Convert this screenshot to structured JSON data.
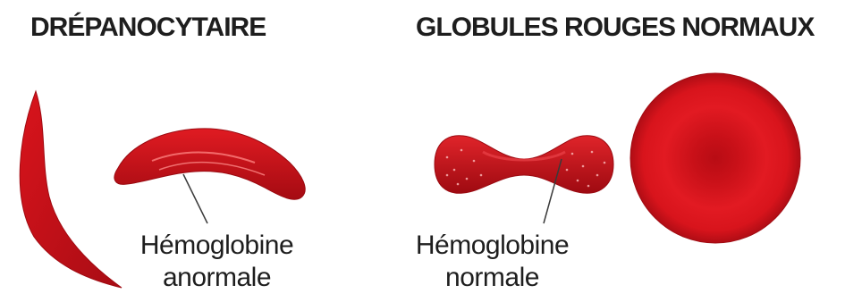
{
  "headings": {
    "left": "DRÉPANOCYTAIRE",
    "right": "GLOBULES ROUGES NORMAUX"
  },
  "labels": {
    "abnormal": {
      "line1": "Hémoglobine",
      "line2": "anormale"
    },
    "normal": {
      "line1": "Hémoglobine",
      "line2": "normale"
    }
  },
  "colors": {
    "cell_red": "#c8101a",
    "cell_dark": "#8e0a10",
    "cell_highlight": "#e8353a",
    "text": "#1e1e1e",
    "pointer": "#3a3a3a"
  }
}
